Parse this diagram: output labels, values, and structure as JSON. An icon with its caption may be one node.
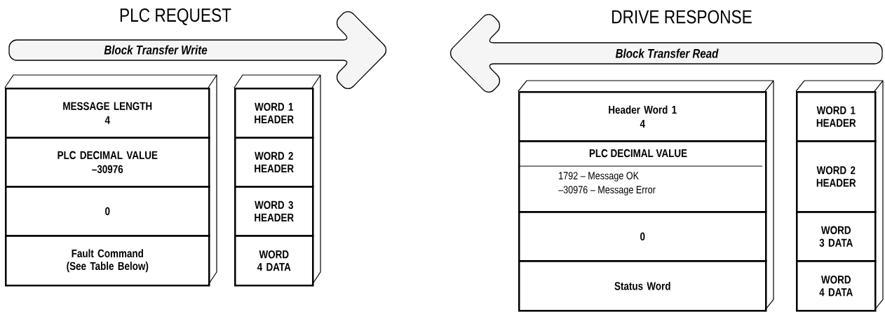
{
  "diagram": {
    "nodes": [
      {
        "text": [
          "PLC REQUEST",
          "Block Transfer Write"
        ]
      },
      {
        "text": [
          "MESSAGE LENGTH",
          "4"
        ]
      },
      {
        "text": [
          "PLC DECIMAL VALUE",
          "–30976"
        ]
      },
      {
        "text": [
          "0"
        ]
      },
      {
        "text": [
          "Fault Command (See Table Below)"
        ]
      },
      {
        "text": [
          "WORD 1 HEADER"
        ]
      },
      {
        "text": [
          "WORD 2 HEADER"
        ]
      },
      {
        "text": [
          "WORD 3 HEADER"
        ]
      },
      {
        "text": [
          "WORD 4 DATA"
        ]
      },
      {
        "text": [
          "DRIVE RESPONSE",
          "Block Transfer Read"
        ]
      },
      {
        "text": [
          "Header Word 1",
          "4"
        ]
      },
      {
        "text": [
          "PLC DECIMAL VALUE",
          "1792 – Message OK",
          "–30976 – Message Error"
        ]
      },
      {
        "text": [
          "0"
        ]
      },
      {
        "text": [
          "Status Word"
        ]
      },
      {
        "text": [
          "WORD 1 HEADER"
        ]
      },
      {
        "text": [
          "WORD 2 HEADER"
        ]
      },
      {
        "text": [
          "WORD 3 DATA"
        ]
      },
      {
        "text": [
          "WORD 4 DATA"
        ]
      }
    ]
  }
}
